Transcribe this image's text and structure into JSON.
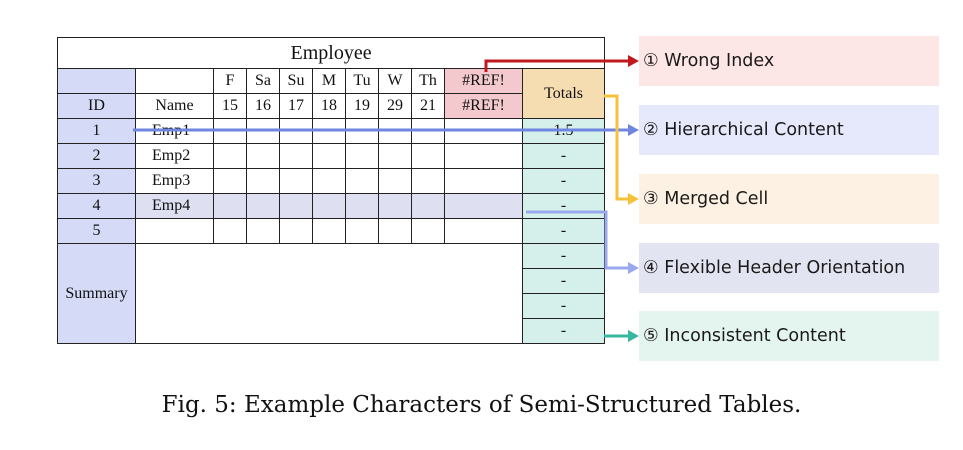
{
  "table": {
    "title": "Employee",
    "days": [
      "F",
      "Sa",
      "Su",
      "M",
      "Tu",
      "W",
      "Th"
    ],
    "dates": [
      "15",
      "16",
      "17",
      "18",
      "19",
      "29",
      "21"
    ],
    "ref_top": "#REF!",
    "ref_bottom": "#REF!",
    "totals_header": "Totals",
    "id_header": "ID",
    "name_header": "Name",
    "rows": [
      {
        "id": "1",
        "name": "Emp1",
        "total": "1.5"
      },
      {
        "id": "2",
        "name": "Emp2",
        "total": "-"
      },
      {
        "id": "3",
        "name": "Emp3",
        "total": "-"
      },
      {
        "id": "4",
        "name": "Emp4",
        "total": "-"
      },
      {
        "id": "5",
        "name": "",
        "total": "-"
      }
    ],
    "summary_label": "Summary",
    "summary_totals": [
      "-",
      "-",
      "-",
      "-"
    ]
  },
  "callouts": [
    {
      "label": "① Wrong Index",
      "bg": "#fde6e6",
      "arrow": "#c0191f"
    },
    {
      "label": "② Hierarchical Content",
      "bg": "#e6e8fb",
      "arrow": "#6f86e0"
    },
    {
      "label": "③ Merged Cell",
      "bg": "#fdf1e3",
      "arrow": "#f5c23a"
    },
    {
      "label": "④ Flexible Header Orientation",
      "bg": "#e3e4f1",
      "arrow": "#9aa8ee"
    },
    {
      "label": "⑤ Inconsistent Content",
      "bg": "#e4f5f0",
      "arrow": "#37b7a0"
    }
  ],
  "caption": "Fig. 5: Example Characters of Semi-Structured Tables."
}
